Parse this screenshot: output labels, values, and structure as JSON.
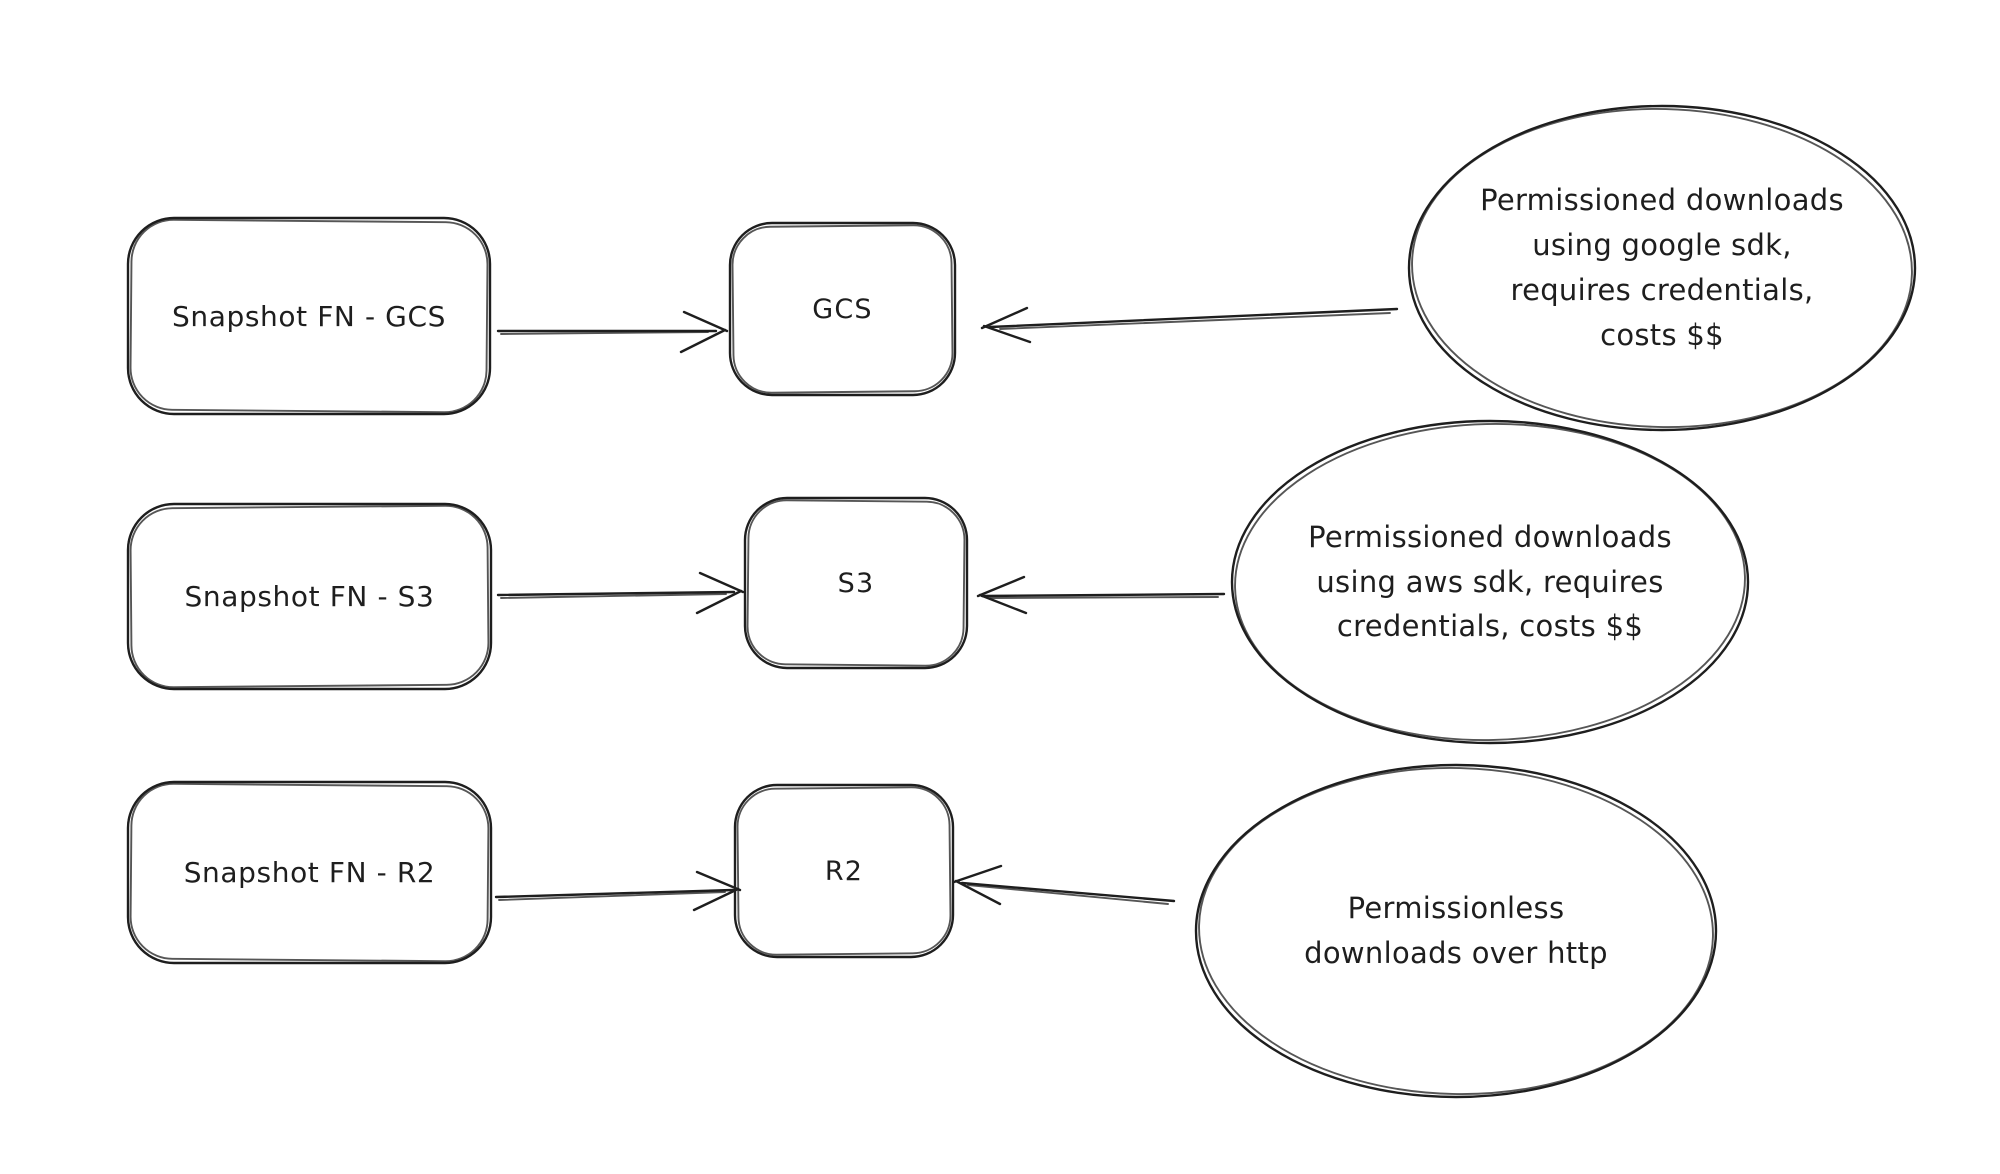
{
  "diagram": {
    "background_color": "#ffffff",
    "stroke_color": "#1e1e1e",
    "rows": [
      {
        "source_label": "Snapshot FN - GCS",
        "target_label": "GCS",
        "note": "Permissioned downloads\nusing google sdk,\nrequires credentials,\ncosts $$"
      },
      {
        "source_label": "Snapshot FN - S3",
        "target_label": "S3",
        "note": "Permissioned downloads\nusing aws sdk, requires\ncredentials, costs $$"
      },
      {
        "source_label": "Snapshot FN - R2",
        "target_label": "R2",
        "note": "Permissionless\ndownloads over http"
      }
    ]
  }
}
